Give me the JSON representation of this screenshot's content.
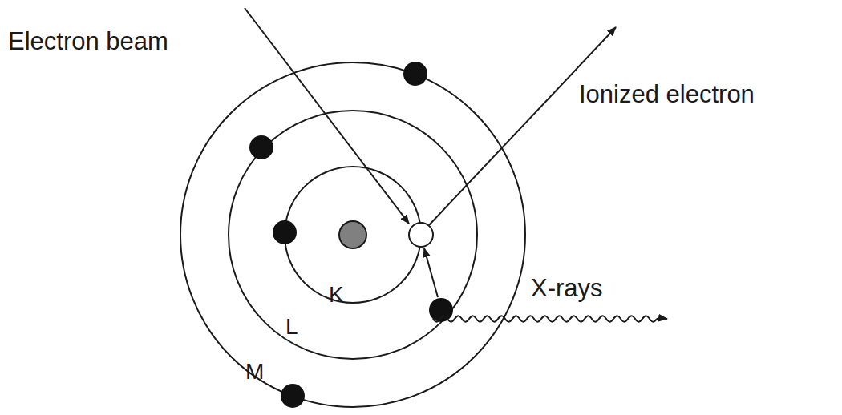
{
  "diagram": {
    "labels": [
      "Electron beam",
      "Ionized electron",
      "X-rays",
      "K",
      "L",
      "M"
    ]
  }
}
